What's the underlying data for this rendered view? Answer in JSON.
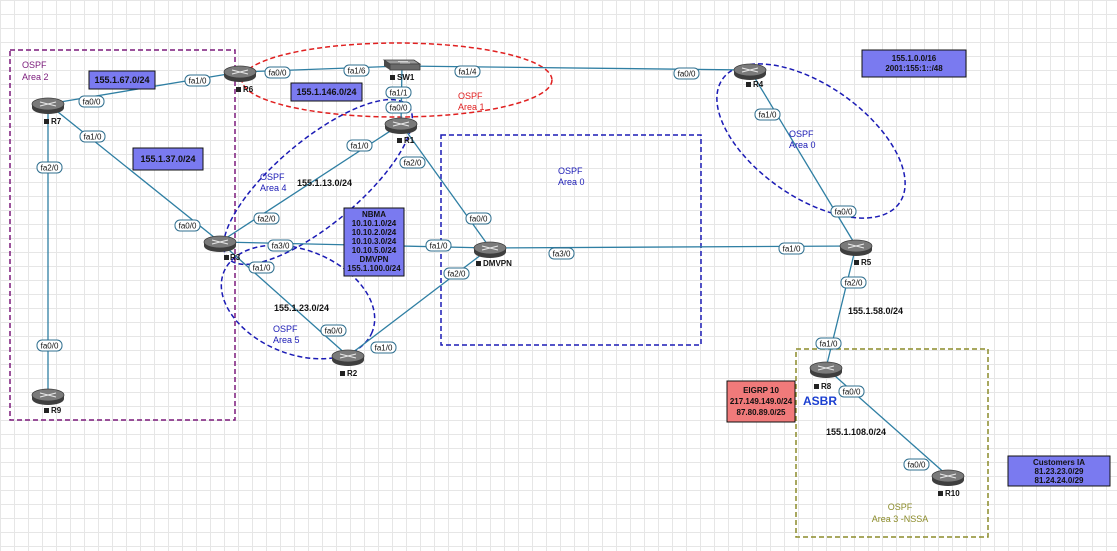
{
  "colors": {
    "link": "#2f7fa3",
    "area_purple": "#7b1a7b",
    "area_blue": "#1b1bb5",
    "area_red": "#e02020",
    "area_olive": "#8c8c2a",
    "box_blue": "#7a7af0",
    "box_red": "#f07a7a",
    "asbr_text": "#1b3fd0",
    "router_icon": "#5a5a5a"
  },
  "devices": [
    {
      "id": "R7",
      "label": "R7"
    },
    {
      "id": "R6",
      "label": "R6"
    },
    {
      "id": "SW1",
      "label": "SW1"
    },
    {
      "id": "R1",
      "label": "R1"
    },
    {
      "id": "R3",
      "label": "R3"
    },
    {
      "id": "R2",
      "label": "R2"
    },
    {
      "id": "DMVPN",
      "label": "DMVPN"
    },
    {
      "id": "R4",
      "label": "R4"
    },
    {
      "id": "R5",
      "label": "R5"
    },
    {
      "id": "R8",
      "label": "R8"
    },
    {
      "id": "R9",
      "label": "R9"
    },
    {
      "id": "R10",
      "label": "R10"
    }
  ],
  "interfaces": [
    {
      "id": "r7-fa00",
      "label": "fa0/0"
    },
    {
      "id": "r6-fa10",
      "label": "fa1/0"
    },
    {
      "id": "r6-fa00",
      "label": "fa0/0"
    },
    {
      "id": "sw1-fa16",
      "label": "fa1/6"
    },
    {
      "id": "sw1-fa14",
      "label": "fa1/4"
    },
    {
      "id": "r4-fa00",
      "label": "fa0/0"
    },
    {
      "id": "sw1-fa11",
      "label": "fa1/1"
    },
    {
      "id": "r1-fa00",
      "label": "fa0/0"
    },
    {
      "id": "r7-fa10",
      "label": "fa1/0"
    },
    {
      "id": "r7-fa20",
      "label": "fa2/0"
    },
    {
      "id": "r1-fa10",
      "label": "fa1/0"
    },
    {
      "id": "r1-fa20",
      "label": "fa2/0"
    },
    {
      "id": "r3-fa00",
      "label": "fa0/0"
    },
    {
      "id": "r3-fa20",
      "label": "fa2/0"
    },
    {
      "id": "r3-fa30",
      "label": "fa3/0"
    },
    {
      "id": "r3-fa10",
      "label": "fa1/0"
    },
    {
      "id": "dmvpn-fa00",
      "label": "fa0/0"
    },
    {
      "id": "dmvpn-fa10",
      "label": "fa1/0"
    },
    {
      "id": "dmvpn-fa20",
      "label": "fa2/0"
    },
    {
      "id": "dmvpn-fa30",
      "label": "fa3/0"
    },
    {
      "id": "r2-fa00",
      "label": "fa0/0"
    },
    {
      "id": "r2-fa10",
      "label": "fa1/0"
    },
    {
      "id": "r4-fa10",
      "label": "fa1/0"
    },
    {
      "id": "r5-fa00",
      "label": "fa0/0"
    },
    {
      "id": "r5-fa10",
      "label": "fa1/0"
    },
    {
      "id": "r5-fa20",
      "label": "fa2/0"
    },
    {
      "id": "r8-fa10",
      "label": "fa1/0"
    },
    {
      "id": "r8-fa00",
      "label": "fa0/0"
    },
    {
      "id": "r10-fa00",
      "label": "fa0/0"
    },
    {
      "id": "r9-fa00",
      "label": "fa0/0"
    }
  ],
  "areas": {
    "area2": [
      "OSPF",
      "Area 2"
    ],
    "area1": [
      "OSPF",
      "Area 1"
    ],
    "area0_center": [
      "OSPF",
      "Area 0"
    ],
    "area0_right": [
      "OSPF",
      "Area 0"
    ],
    "area4": [
      "OSPF",
      "Area 4"
    ],
    "area5": [
      "OSPF",
      "Area 5"
    ],
    "area3": [
      "OSPF",
      "Area 3 -NSSA"
    ]
  },
  "subnets": {
    "s155_1_67": "155.1.67.0/24",
    "s155_1_146": "155.1.146.0/24",
    "s155_1_37": "155.1.37.0/24",
    "s155_1_13": "155.1.13.0/24",
    "s155_1_23": "155.1.23.0/24",
    "s155_1_58": "155.1.58.0/24",
    "s155_1_108": "155.1.108.0/24"
  },
  "boxes": {
    "nbma": [
      "NBMA",
      "10.10.1.0/24",
      "10.10.2.0/24",
      "10.10.3.0/24",
      "10.10.5.0/24",
      "DMVPN",
      "155.1.100.0/24"
    ],
    "global": [
      "155.1.0.0/16",
      "2001:155:1::/48"
    ],
    "eigrp": [
      "EIGRP 10",
      "217.149.149.0/24",
      "87.80.89.0/25"
    ],
    "customers": [
      "Customers IA",
      "81.23.23.0/29",
      "81.24.24.0/29"
    ]
  },
  "asbr_label": "ASBR"
}
